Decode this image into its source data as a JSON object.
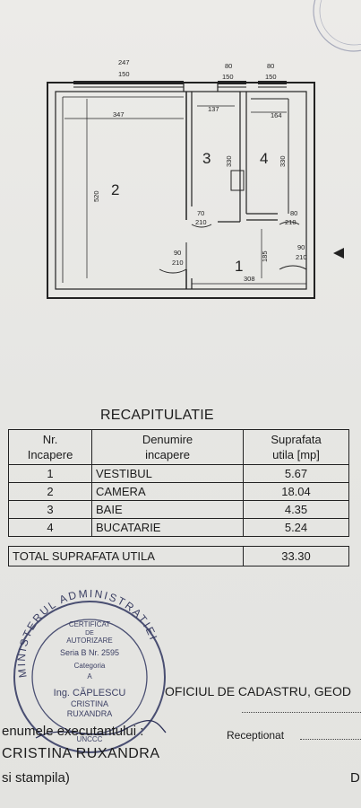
{
  "plan": {
    "dims": {
      "top_win_left": "247",
      "top_win_left_h": "150",
      "top_win_mid": "80",
      "top_win_mid_h": "150",
      "top_win_right": "80",
      "top_win_right_h": "150",
      "room2_width": "347",
      "room3_width": "137",
      "room4_width": "164",
      "room2_height": "520",
      "room3_height": "330",
      "room4_height": "330",
      "door3": "70",
      "door3_h": "210",
      "door4": "80",
      "door4_h": "210",
      "door2": "90",
      "door2_h": "210",
      "door_entry": "90",
      "door_entry_h": "210",
      "room1_height": "185",
      "room1_width": "308"
    },
    "rooms": [
      "1",
      "2",
      "3",
      "4"
    ]
  },
  "recap": {
    "title": "RECAPITULATIE",
    "headers": {
      "nr_1": "Nr.",
      "nr_2": "Incapere",
      "den_1": "Denumire",
      "den_2": "incapere",
      "supr_1": "Suprafata",
      "supr_2": "utila  [mp]"
    },
    "rows": [
      {
        "nr": "1",
        "name": "VESTIBUL",
        "area": "5.67"
      },
      {
        "nr": "2",
        "name": "CAMERA",
        "area": "18.04"
      },
      {
        "nr": "3",
        "name": "BAIE",
        "area": "4.35"
      },
      {
        "nr": "4",
        "name": "BUCATARIE",
        "area": "5.24"
      }
    ],
    "total_label": "TOTAL  SUPRAFATA  UTILA",
    "total_value": "33.30"
  },
  "stamp": {
    "ring_text": "MINISTERUL ADMINISTRATIEI",
    "inner_1": "CERTIFICAT",
    "inner_2": "DE",
    "inner_3": "AUTORIZARE",
    "seria": "Seria B Nr. 2595",
    "categoria": "Categoria",
    "cat_value": "A",
    "ing": "Ing. CĂPLESCU",
    "name_1": "CRISTINA",
    "name_2": "RUXANDRA",
    "bottom": "UNCCC"
  },
  "footer": {
    "office": "OFICIUL DE CADASTRU, GEOD",
    "receptionat": "Receptionat",
    "executant_label": "enumele executantului :",
    "executant_name": "CRISTINA  RUXANDRA",
    "semnatura": "si stampila)",
    "right_letter": "D"
  }
}
